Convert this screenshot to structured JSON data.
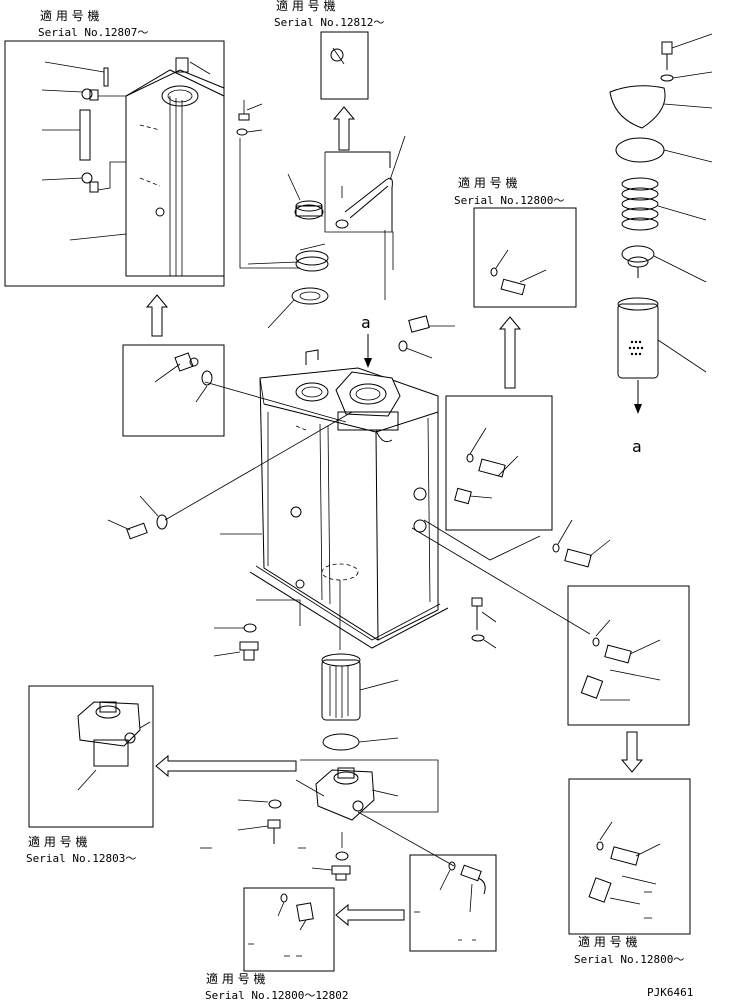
{
  "labels": {
    "applicable_serial": "適 用 号 機",
    "serial_12807": "Serial No.12807～",
    "serial_12812": "Serial No.12812～",
    "serial_12800_top": "Serial No.12800～",
    "serial_12803": "Serial No.12803～",
    "serial_12800_bottom_right": "Serial No.12800～",
    "serial_12800_12802": "Serial No.12800～12802",
    "view_a_top": "a",
    "view_a_filter": "a",
    "drawing_code": "PJK6461"
  }
}
